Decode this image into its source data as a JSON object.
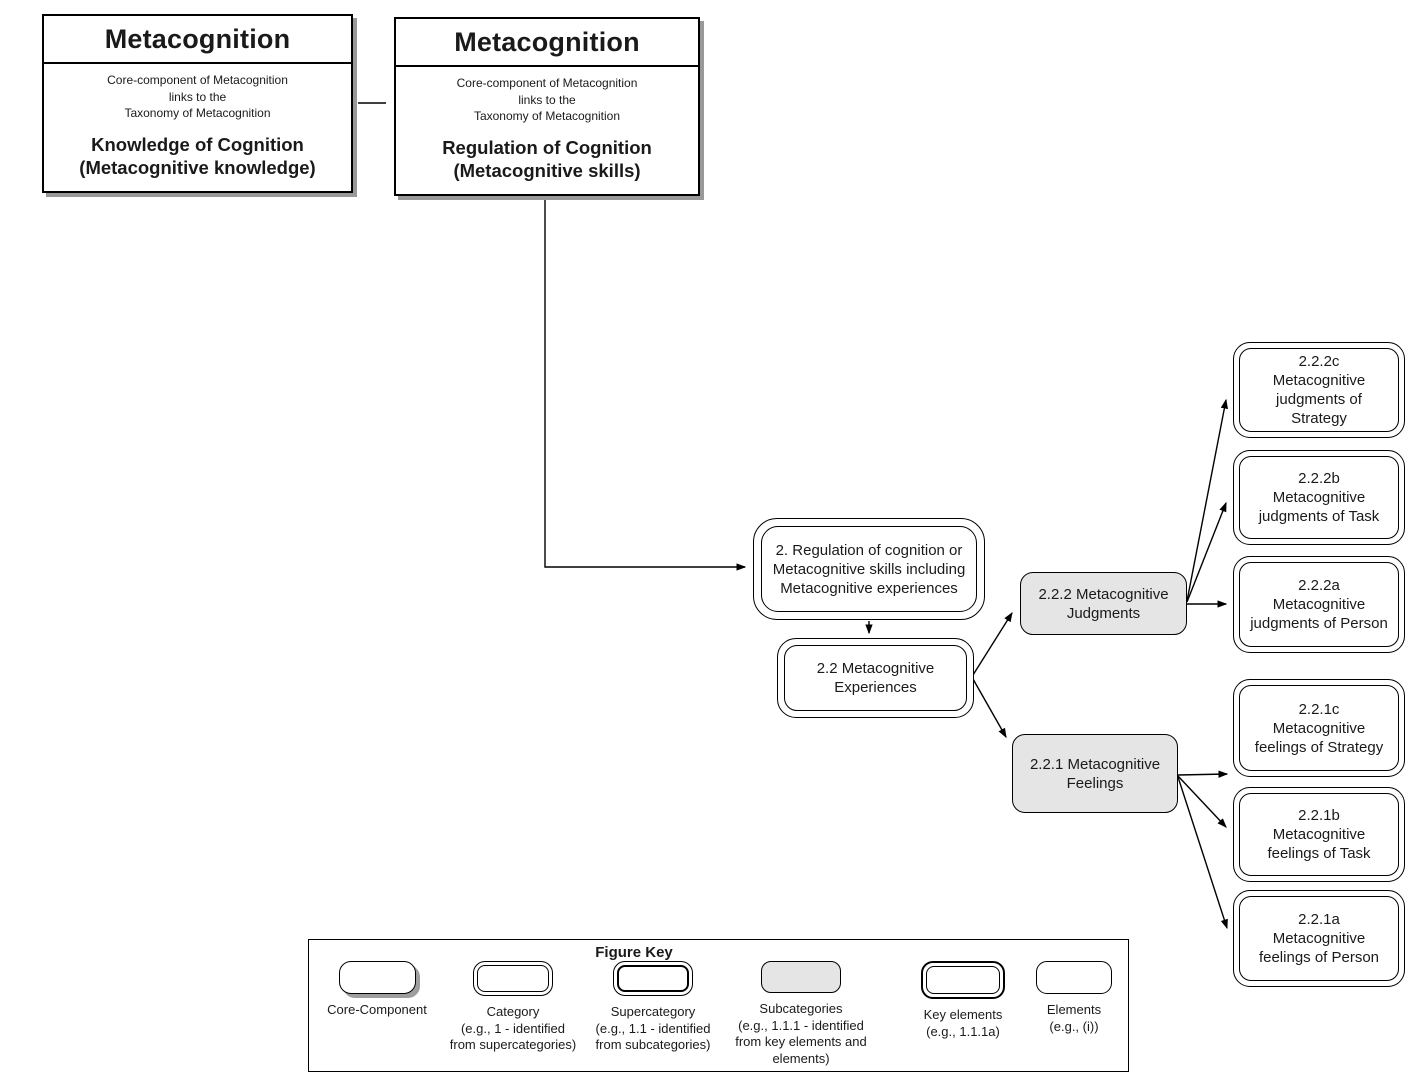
{
  "colors": {
    "background": "#ffffff",
    "line": "#000000",
    "subcategory_fill": "#e5e5e5",
    "shadow": "#999999"
  },
  "core_components": [
    {
      "title": "Metacognition",
      "subtitle": [
        "Core-component of Metacognition",
        "links to the",
        "Taxonomy of Metacognition"
      ],
      "name": [
        "Knowledge of Cognition",
        "(Metacognitive knowledge)"
      ]
    },
    {
      "title": "Metacognition",
      "subtitle": [
        "Core-component of Metacognition",
        "links to the",
        "Taxonomy of Metacognition"
      ],
      "name": [
        "Regulation of Cognition",
        "(Metacognitive skills)"
      ]
    }
  ],
  "nodes": {
    "category_2": {
      "lines": [
        "2. Regulation of cognition or",
        "Metacognitive skills including",
        "Metacognitive experiences"
      ]
    },
    "supercategory_2_2": {
      "lines": [
        "2.2 Metacognitive",
        "Experiences"
      ]
    },
    "subcategory_2_2_2": {
      "lines": [
        "2.2.2 Metacognitive",
        "Judgments"
      ]
    },
    "subcategory_2_2_1": {
      "lines": [
        "2.2.1 Metacognitive",
        "Feelings"
      ]
    },
    "key_element_2_2_2c": {
      "lines": [
        "2.2.2c",
        "Metacognitive",
        "judgments of",
        "Strategy"
      ]
    },
    "key_element_2_2_2b": {
      "lines": [
        "2.2.2b",
        "Metacognitive",
        "judgments of Task"
      ]
    },
    "key_element_2_2_2a": {
      "lines": [
        "2.2.2a",
        "Metacognitive",
        "judgments of Person"
      ]
    },
    "key_element_2_2_1c": {
      "lines": [
        "2.2.1c",
        "Metacognitive",
        "feelings of Strategy"
      ]
    },
    "key_element_2_2_1b": {
      "lines": [
        "2.2.1b",
        "Metacognitive",
        "feelings of Task"
      ]
    },
    "key_element_2_2_1a": {
      "lines": [
        "2.2.1a",
        "Metacognitive",
        "feelings of Person"
      ]
    }
  },
  "edges": [
    {
      "from": "core-component-knowledge",
      "to": "core-component-regulation",
      "style": "plain"
    },
    {
      "from": "core-component-regulation",
      "to": "category-2",
      "style": "arrow"
    },
    {
      "from": "category-2",
      "to": "supercategory-2-2",
      "style": "arrow"
    },
    {
      "from": "supercategory-2-2",
      "to": "subcategory-2-2-2",
      "style": "arrow"
    },
    {
      "from": "supercategory-2-2",
      "to": "subcategory-2-2-1",
      "style": "arrow"
    },
    {
      "from": "subcategory-2-2-2",
      "to": "key-element-2-2-2c",
      "style": "arrow"
    },
    {
      "from": "subcategory-2-2-2",
      "to": "key-element-2-2-2b",
      "style": "arrow"
    },
    {
      "from": "subcategory-2-2-2",
      "to": "key-element-2-2-2a",
      "style": "arrow"
    },
    {
      "from": "subcategory-2-2-1",
      "to": "key-element-2-2-1c",
      "style": "arrow"
    },
    {
      "from": "subcategory-2-2-1",
      "to": "key-element-2-2-1b",
      "style": "arrow"
    },
    {
      "from": "subcategory-2-2-1",
      "to": "key-element-2-2-1a",
      "style": "arrow"
    }
  ],
  "figure_key": {
    "title": "Figure Key",
    "items": [
      {
        "shape": "core-component",
        "label": [
          "Core-Component"
        ]
      },
      {
        "shape": "category",
        "label": [
          "Category",
          "(e.g., 1 - identified",
          "from supercategories)"
        ]
      },
      {
        "shape": "supercategory",
        "label": [
          "Supercategory",
          "(e.g., 1.1 - identified",
          "from subcategories)"
        ]
      },
      {
        "shape": "subcategories",
        "label": [
          "Subcategories",
          "(e.g., 1.1.1 - identified",
          "from key elements and",
          "elements)"
        ]
      },
      {
        "shape": "key-elements",
        "label": [
          "Key elements",
          "(e.g., 1.1.1a)"
        ]
      },
      {
        "shape": "elements",
        "label": [
          "Elements",
          "(e.g., (i))"
        ]
      }
    ]
  }
}
